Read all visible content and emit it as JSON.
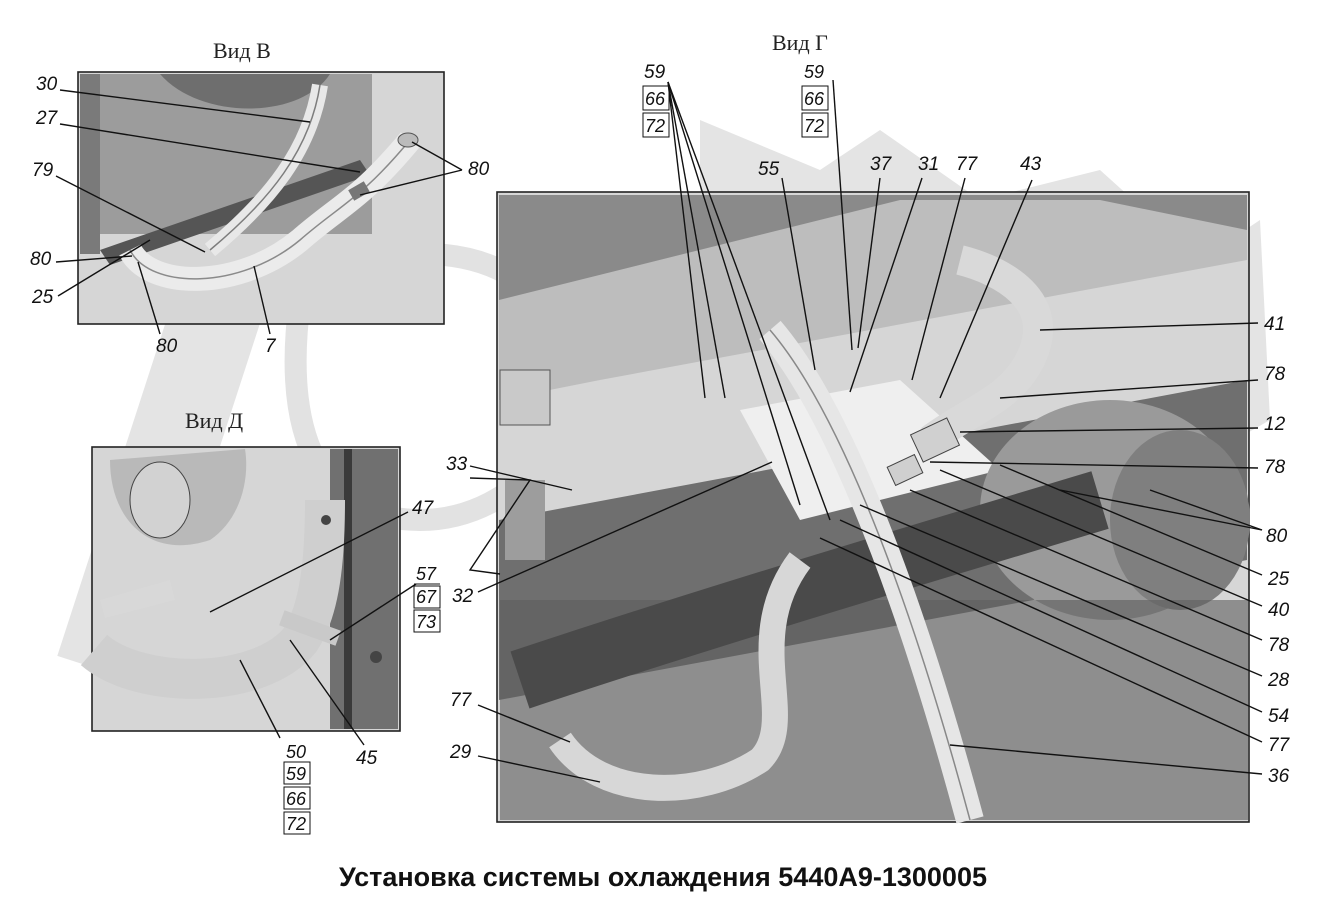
{
  "caption": "Установка системы охлаждения 5440А9-1300005",
  "views": {
    "v": {
      "title": "Вид В"
    },
    "g": {
      "title": "Вид Г"
    },
    "d": {
      "title": "Вид Д"
    }
  },
  "labels_v": [
    "30",
    "27",
    "79",
    "80",
    "80",
    "25",
    "80",
    "7"
  ],
  "labels_g": [
    "59",
    "55",
    "37",
    "31",
    "77",
    "43",
    "41",
    "78",
    "12",
    "78",
    "80",
    "25",
    "40",
    "78",
    "28",
    "54",
    "77",
    "36",
    "33",
    "32",
    "77",
    "29"
  ],
  "labels_d": [
    "47",
    "45"
  ],
  "stack_g_left": [
    "66",
    "72"
  ],
  "stack_g_right": [
    "59",
    "66",
    "72"
  ],
  "stack_d_right": [
    "57",
    "67",
    "73"
  ],
  "stack_d_bottom": [
    "50",
    "59",
    "66",
    "72"
  ]
}
